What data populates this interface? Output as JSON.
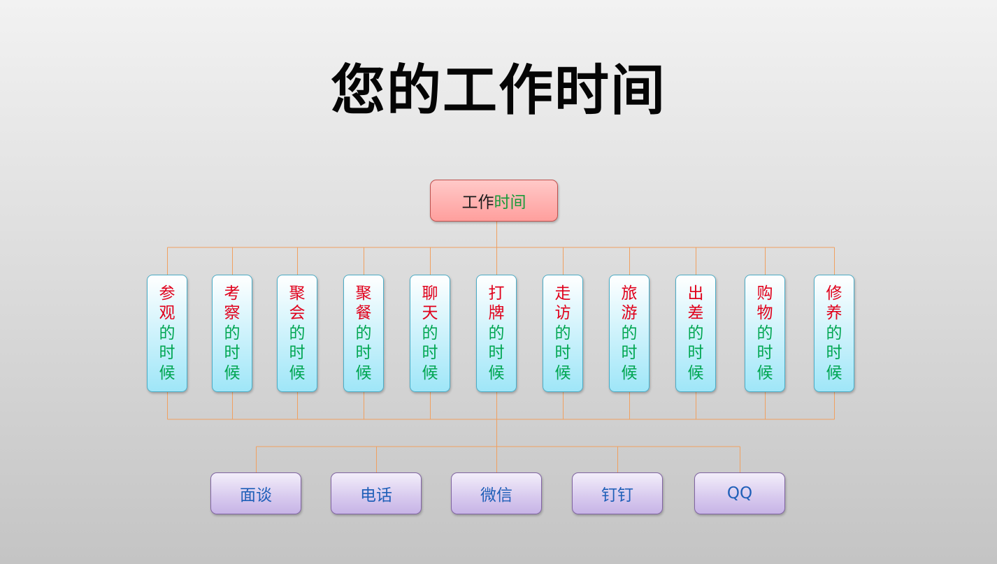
{
  "title": "您的工作时间",
  "root": {
    "part1": "工作",
    "part2": "时间"
  },
  "middle": [
    {
      "part1": "参观",
      "part2": "的时候"
    },
    {
      "part1": "考察",
      "part2": "的时候"
    },
    {
      "part1": "聚会",
      "part2": "的时候"
    },
    {
      "part1": "聚餐",
      "part2": "的时候"
    },
    {
      "part1": "聊天",
      "part2": "的时候"
    },
    {
      "part1": "打牌",
      "part2": "的时候"
    },
    {
      "part1": "走访",
      "part2": "的时候"
    },
    {
      "part1": "旅游",
      "part2": "的时候"
    },
    {
      "part1": "出差",
      "part2": "的时候"
    },
    {
      "part1": "购物",
      "part2": "的时候"
    },
    {
      "part1": "修养",
      "part2": "的时候"
    }
  ],
  "bottom": [
    "面谈",
    "电话",
    "微信",
    "钉钉",
    "QQ"
  ],
  "colors": {
    "line": "#f0a060",
    "root_text_1": "#1a1a1a",
    "root_text_2": "#1a9a3a",
    "middle_text_1": "#e0001b",
    "middle_text_2": "#00a651",
    "bottom_text": "#1f5fb8"
  }
}
